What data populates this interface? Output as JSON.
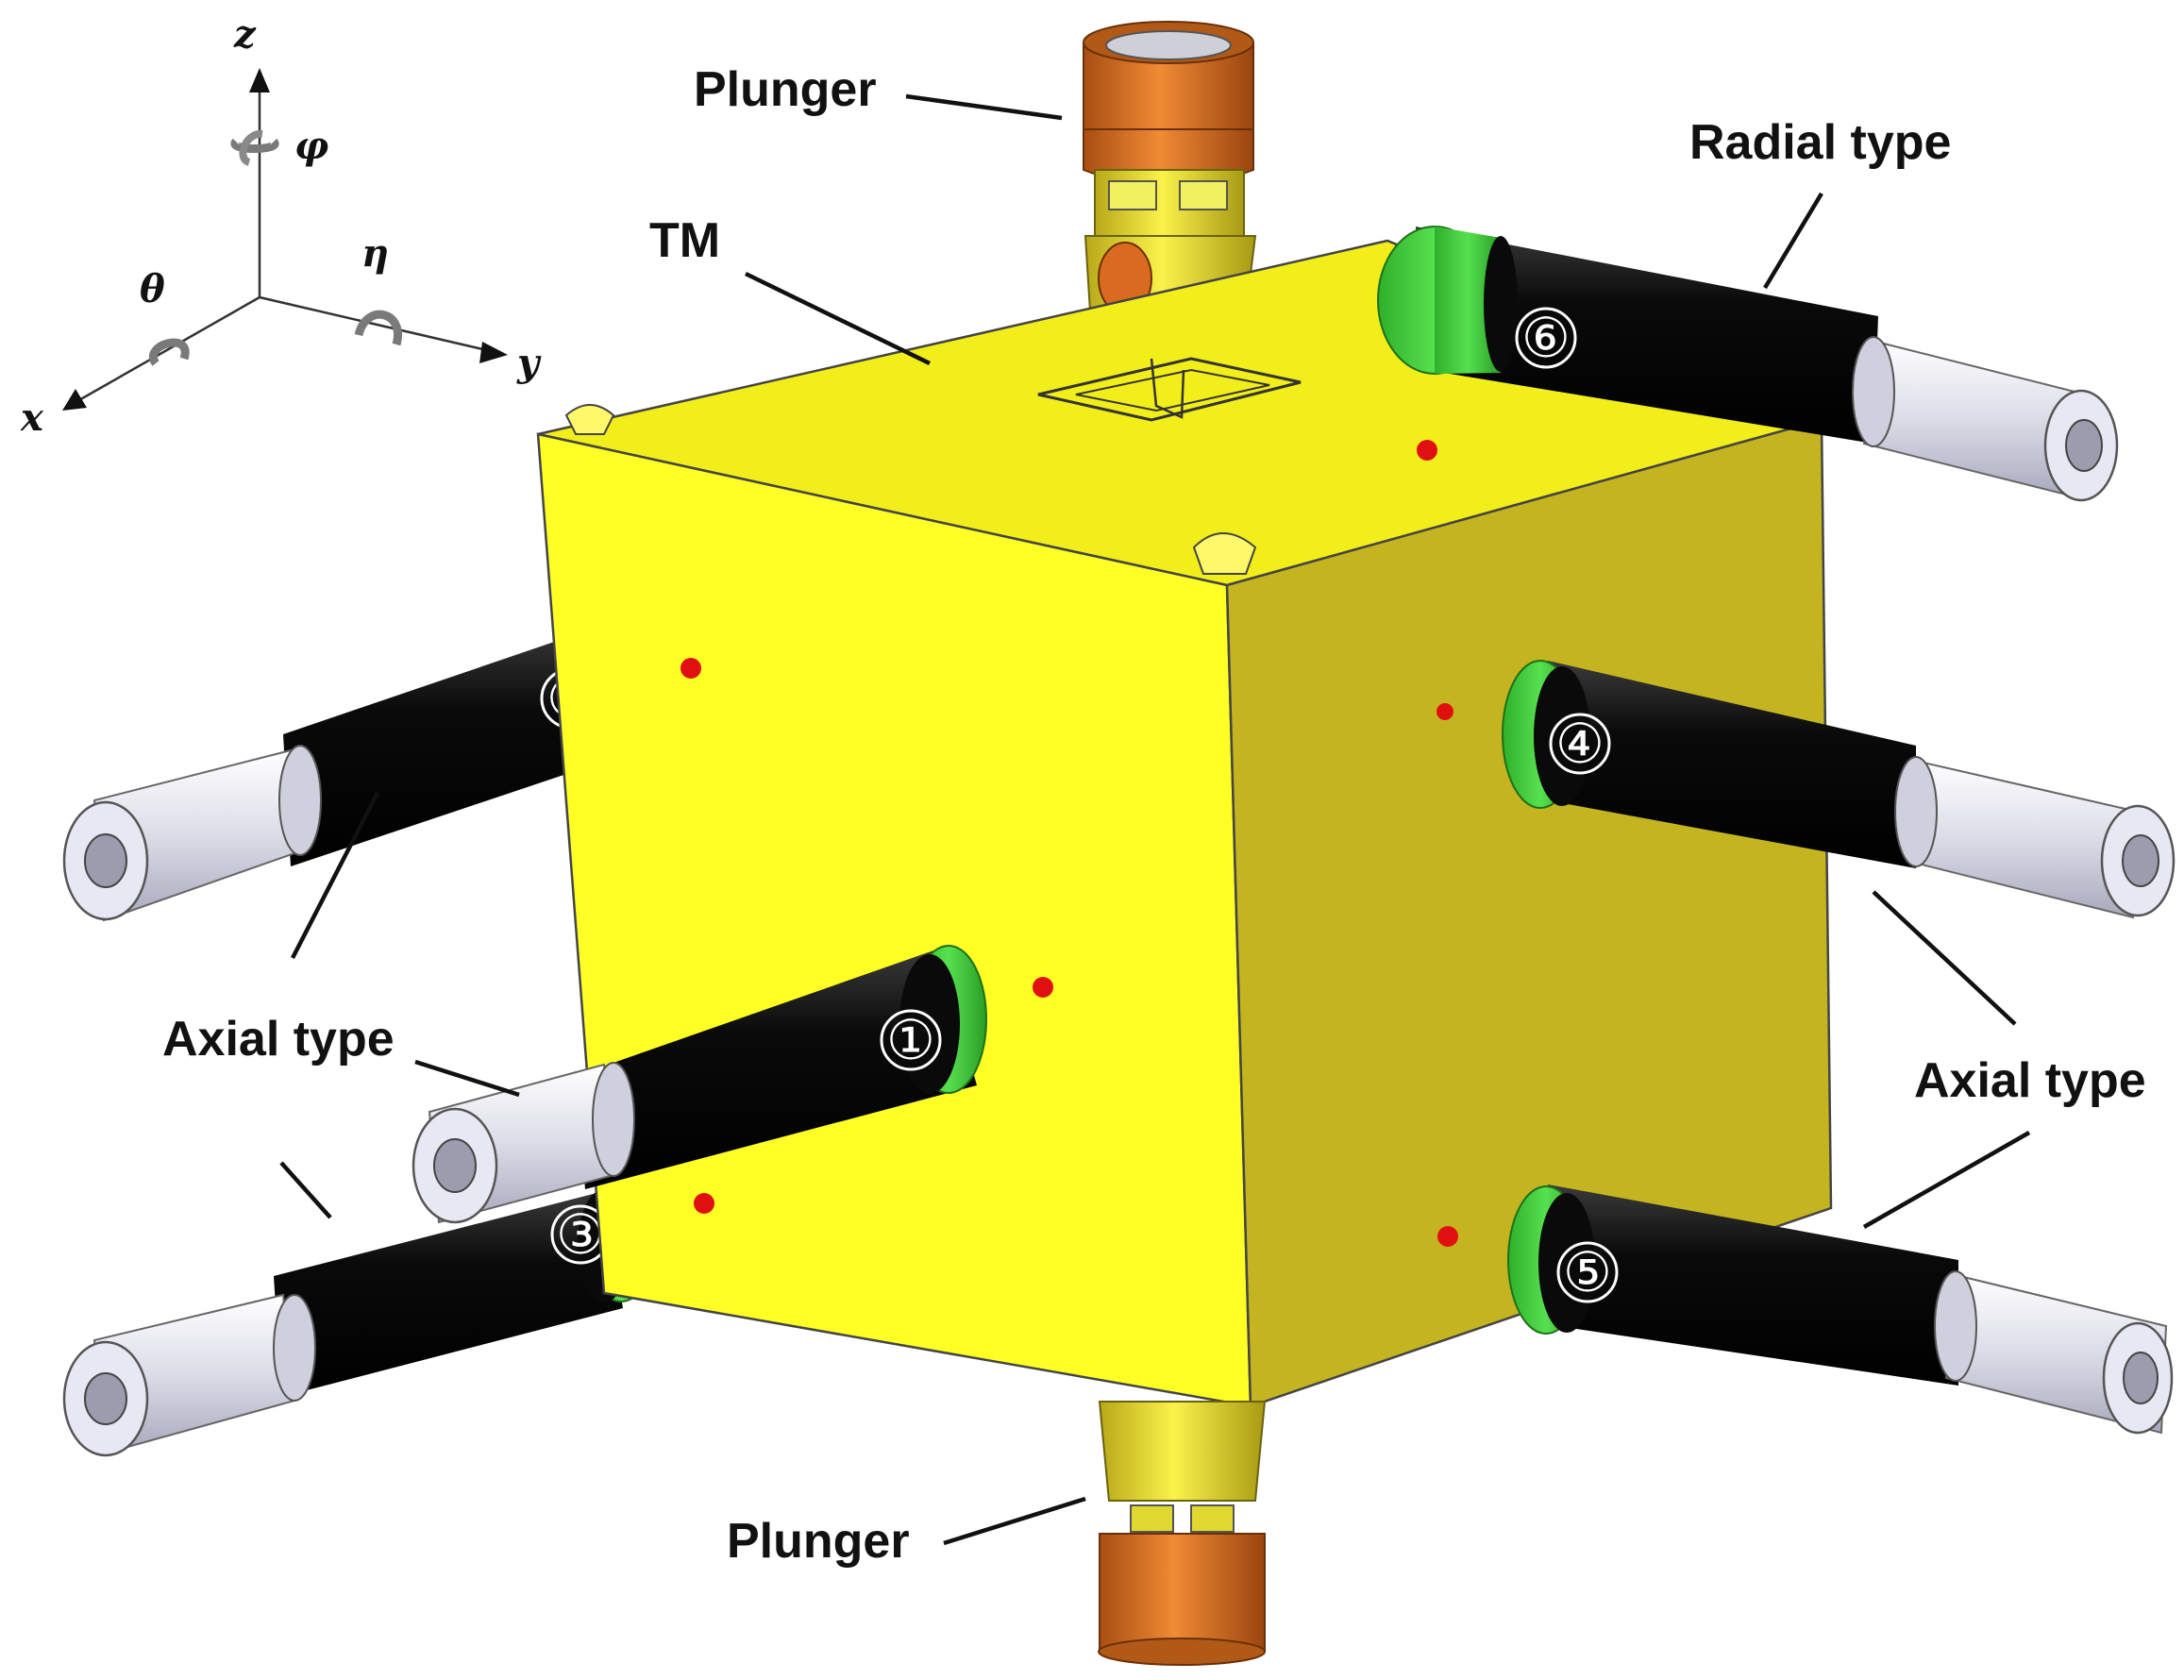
{
  "labels": {
    "plunger_top": "Plunger",
    "plunger_bottom": "Plunger",
    "tm": "TM",
    "radial_type": "Radial type",
    "axial_type_left": "Axial type",
    "axial_type_right": "Axial type"
  },
  "axes": {
    "x": "x",
    "y": "y",
    "z": "z",
    "theta": "θ",
    "eta": "η",
    "phi": "φ"
  },
  "sensors": [
    {
      "number": "①",
      "type": "Axial type"
    },
    {
      "number": "②",
      "type": "Axial type"
    },
    {
      "number": "③",
      "type": "Axial type"
    },
    {
      "number": "④",
      "type": "Axial type"
    },
    {
      "number": "⑤",
      "type": "Axial type"
    },
    {
      "number": "⑥",
      "type": "Radial type"
    }
  ],
  "colors": {
    "cube_front": "#ffff26",
    "cube_right": "#c2b21e",
    "cube_top": "#f5f01c",
    "sensor_body": "#0b0b0b",
    "sensor_ring": "#3fd43a",
    "sensor_tip": "#e8e8f2",
    "plunger_copper": "#d9701f",
    "plunger_brass": "#e8e030",
    "marker_dot": "#e01010"
  }
}
